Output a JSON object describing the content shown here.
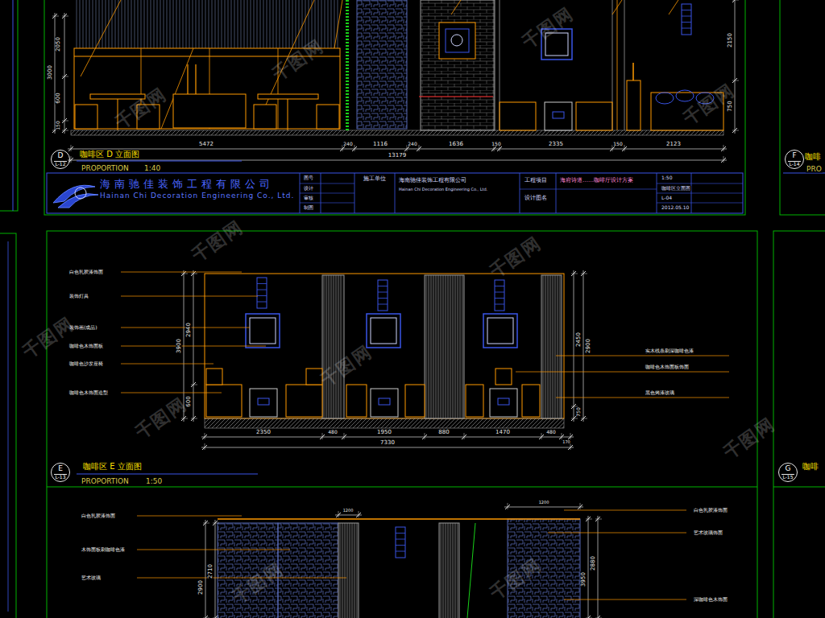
{
  "diagram": {
    "nodes": [
      {
        "text": [
          "D",
          "L-12"
        ]
      },
      {
        "text": [
          "E",
          "L-13"
        ]
      },
      {
        "text": [
          "F",
          "L-14"
        ]
      },
      {
        "text": [
          "G",
          "L-15"
        ]
      },
      {
        "text": [
          "海南驰佳装饰工程有限公司",
          "Hainan Chi Decoration Engineering Co., Ltd."
        ]
      }
    ],
    "labels": [
      "2050",
      "3000",
      "600",
      "150",
      "2150",
      "750",
      "5472",
      "240",
      "1116",
      "240",
      "1636",
      "150",
      "2335",
      "150",
      "2123",
      "13179",
      "咖啡区 D 立面图",
      "PROPORTION",
      "1:40",
      "施工单位",
      "工程项目",
      "海府诗道……咖啡厅设计方案",
      "设计图名",
      "1:50",
      "咖啡区立面图",
      "L-04",
      "2012.05.10",
      "图号",
      "设计",
      "审核",
      "制图",
      "海南驰佳装饰工程有限公司",
      "Hainan Chi Decoration Engineering Co., Ltd.",
      "咖啡",
      "PRO",
      "白色乳胶漆饰面",
      "装饰灯具",
      "装饰画(成品)",
      "咖啡色木饰面板",
      "咖啡色沙发座椅",
      "咖啡色木饰面造型",
      "实木线条刷深咖啡色漆",
      "咖啡色木饰面板饰面",
      "黑色烤漆玻璃",
      "2940",
      "3900",
      "600",
      "2450",
      "2900",
      "750",
      "2350",
      "480",
      "1950",
      "880",
      "1470",
      "480",
      "170",
      "7330",
      "咖啡区 E 立面图",
      "PROPORTION",
      "1:50",
      "咖啡",
      "白色乳胶漆饰面",
      "木饰面板刷咖啡色漆",
      "艺术玻璃",
      "白色乳胶漆饰面",
      "艺术玻璃饰面",
      "深咖啡色木饰面",
      "2900",
      "2710",
      "3950",
      "2880",
      "1200",
      "1200",
      "千图网",
      "千图网",
      "千图网",
      "千图网",
      "千图网",
      "千图网",
      "千图网",
      "千图网",
      "千图网",
      "千图网",
      "千图网",
      "千图网"
    ]
  }
}
